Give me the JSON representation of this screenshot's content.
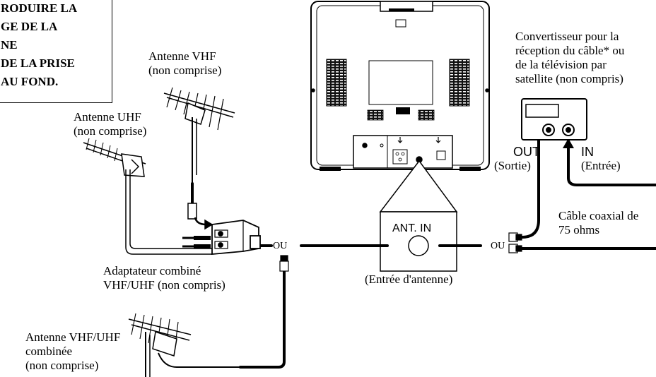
{
  "note": {
    "lines": [
      "RODUIRE LA",
      "GE DE LA",
      "NE",
      "DE LA PRISE",
      "AU FOND."
    ]
  },
  "labels": {
    "vhf_antenna": [
      "Antenne VHF",
      "(non comprise)"
    ],
    "uhf_antenna": [
      "Antenne UHF",
      "(non comprise)"
    ],
    "combined_antenna": [
      "Antenne VHF/UHF",
      "combinée",
      "(non comprise)"
    ],
    "adapter": [
      "Adaptateur combiné",
      "VHF/UHF (non compris)"
    ],
    "or_left": "OU",
    "or_right": "OU",
    "ant_in": "ANT. IN",
    "antenna_input": "(Entrée d'antenne)",
    "converter": [
      "Convertisseur pour la",
      "réception du câble* ou",
      "de la télévision par",
      "satellite (non compris)"
    ],
    "out": "OUT",
    "out_fr": "(Sortie)",
    "in": "IN",
    "in_fr": "(Entrée)",
    "coax_cable": [
      "Câble coaxial de",
      "75 ohms"
    ]
  },
  "icons": [
    "tv-rear-icon",
    "vhf-antenna-icon",
    "uhf-antenna-icon",
    "combined-antenna-icon",
    "adapter-icon",
    "converter-box-icon",
    "coax-plug-icon"
  ]
}
